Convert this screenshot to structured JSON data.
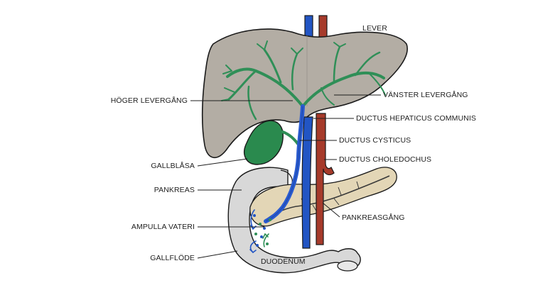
{
  "diagram": {
    "labels": {
      "lever": "LEVER",
      "hoger_levergang": "HÖGER LEVERGÅNG",
      "vanster_levergang": "VÄNSTER LEVERGÅNG",
      "ductus_hepaticus": "DUCTUS HEPATICUS COMMUNIS",
      "ductus_cysticus": "DUCTUS CYSTICUS",
      "ductus_choledochus": "DUCTUS CHOLEDOCHUS",
      "gallblasa": "GALLBLÅSA",
      "pankreas": "PANKREAS",
      "pankreasgang": "PANKREASGÅNG",
      "ampulla_vateri": "AMPULLA VATERI",
      "gallflode": "GALLFLÖDE",
      "duodenum": "DUODENUM"
    },
    "colors": {
      "liver": "#b3ada4",
      "bile_ducts": "#2f8f57",
      "gallbladder": "#2a8a4e",
      "vein": "#2255c4",
      "artery": "#a63a2a",
      "pancreas": "#e3d6b6",
      "duodenum": "#d9d9d9"
    }
  }
}
